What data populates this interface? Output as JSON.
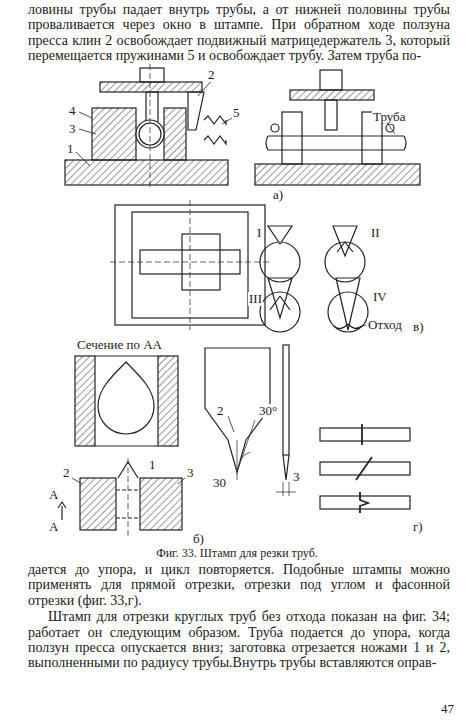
{
  "diagram": {
    "caption": "Фиг. 33. Штамп для резки труб.",
    "labels": [
      "ловины трубы падает внутрь трубы, а от нижней половины трубы проваливается через окно в штампе. При обратном ходе ползуна пресса клин 2 освобождает подвижный матрицедержатель 3, который перемещается пружинами 5 и освобождает трубу. Затем труба по-",
      "2",
      "4",
      "3",
      "1",
      "5",
      "Труба",
      "а)",
      "I",
      "II",
      "III",
      "IV",
      "Отход",
      "в)",
      "Сечение по АА",
      "2",
      "30°",
      "30",
      "3",
      "б)",
      "2",
      "3",
      "А",
      "А",
      "1",
      "г)",
      "дается до упора, и цикл повторяется. Подобные штампы можно применять для прямой отрезки, отрезки под углом и фасонной отрезки (фиг. 33,г).",
      "Штамп для отрезки круглых труб без отхода показан на фиг. 34; работает он следующим образом. Труба подается до упора, когда ползун пресса опускается вниз; заготовка отрезается ножами 1 и 2, выполненными по радиусу трубы.Внутрь трубы вставляются оправ-",
      "47"
    ]
  }
}
